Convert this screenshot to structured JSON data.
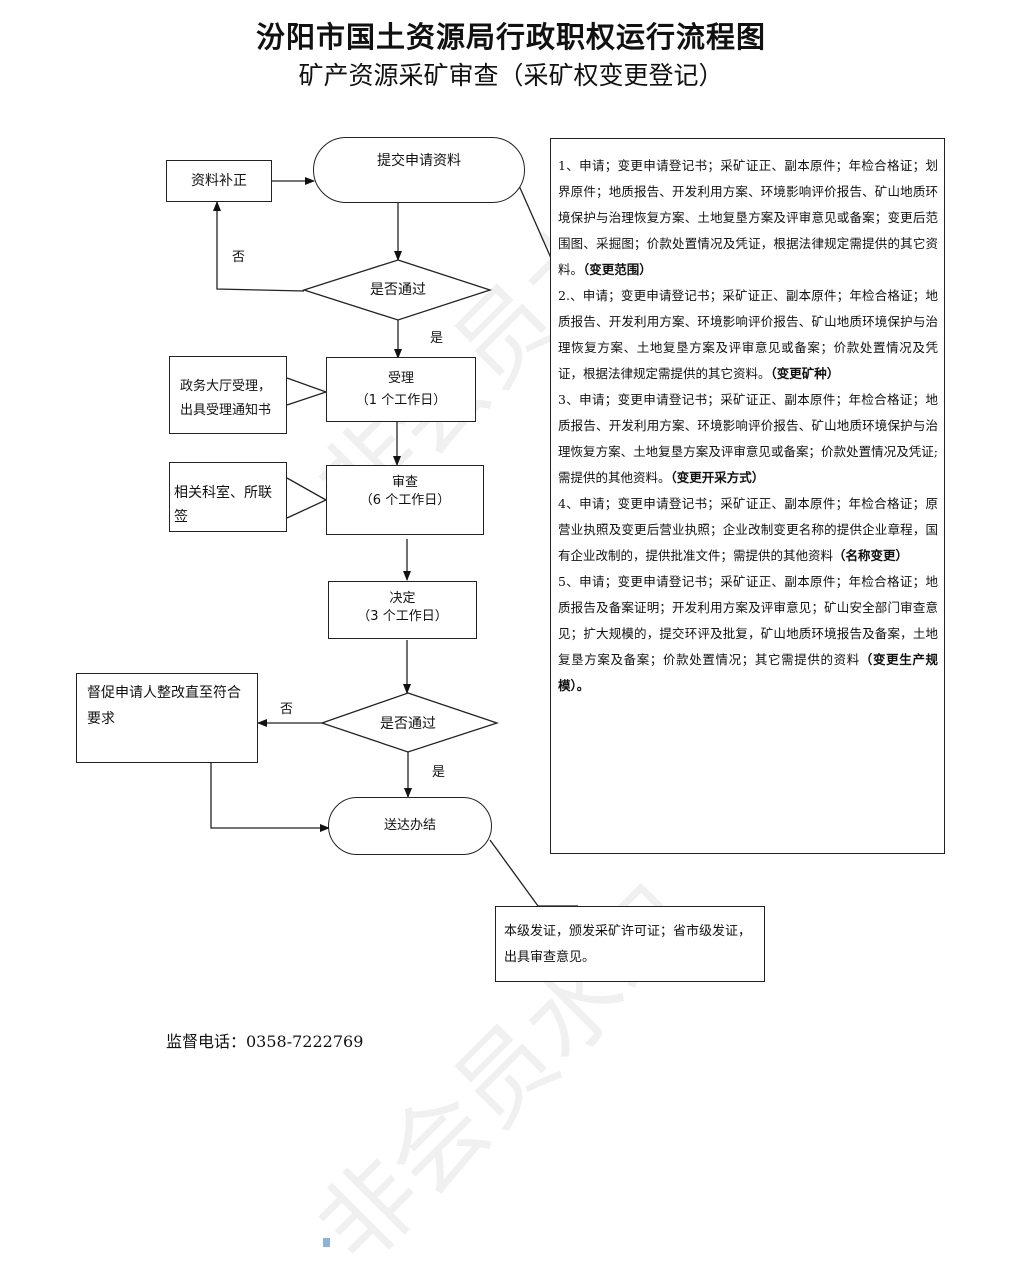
{
  "header": {
    "title": "汾阳市国土资源局行政职权运行流程图",
    "subtitle": "矿产资源采矿审查（采矿权变更登记）"
  },
  "flow": {
    "submit": "提交申请资料",
    "supplement": "资料补正",
    "check1": "是否通过",
    "no_label": "否",
    "yes_label": "是",
    "accept_title": "受理",
    "accept_days": "（1 个工作日）",
    "accept_note": "政务大厅受理，出具受理通知书",
    "review_title": "审查",
    "review_days": "（6 个工作日）",
    "review_note": "相关科室、所联签",
    "decide_title": "决定",
    "decide_days": "（3 个工作日）",
    "check2": "是否通过",
    "rectify": "督促申请人整改直至符合要求",
    "deliver": "送达办结",
    "deliver_note": "本级发证，颁发采矿许可证；省市级发证，出具审查意见。"
  },
  "materials": [
    {
      "text": "1、申请；变更申请登记书；采矿证正、副本原件；年检合格证；划界原件；地质报告、开发利用方案、环境影响评价报告、矿山地质环境保护与治理恢复方案、土地复垦方案及评审意见或备案；变更后范围图、采掘图；价款处置情况及凭证，根据法律规定需提供的其它资料。",
      "bold": "（变更范围）"
    },
    {
      "text": "2.、申请；变更申请登记书；采矿证正、副本原件；年检合格证；地质报告、开发利用方案、环境影响评价报告、矿山地质环境保护与治理恢复方案、土地复垦方案及评审意见或备案；价款处置情况及凭证，根据法律规定需提供的其它资料。",
      "bold": "（变更矿种）"
    },
    {
      "text": "3、申请；变更申请登记书；采矿证正、副本原件；年检合格证；地质报告、开发利用方案、环境影响评价报告、矿山地质环境保护与治理恢复方案、土地复垦方案及评审意见或备案；价款处置情况及凭证;需提供的其他资料。",
      "bold": "（变更开采方式）"
    },
    {
      "text": "4、申请；变更申请登记书；采矿证正、副本原件；年检合格证；原营业执照及变更后营业执照；企业改制变更名称的提供企业章程，国有企业改制的，提供批准文件；需提供的其他资料",
      "bold": "（名称变更）"
    },
    {
      "text": "5、申请；变更申请登记书；采矿证正、副本原件；年检合格证；地质报告及备案证明；开发利用方案及评审意见；矿山安全部门审查意见；扩大规模的，提交环评及批复，矿山地质环境报告及备案，土地复垦方案及备案；价款处置情况；其它需提供的资料",
      "bold": "（变更生产规模）。"
    }
  ],
  "footer": {
    "phone": "监督电话：0358-7222769"
  },
  "watermark": "非会员水印"
}
